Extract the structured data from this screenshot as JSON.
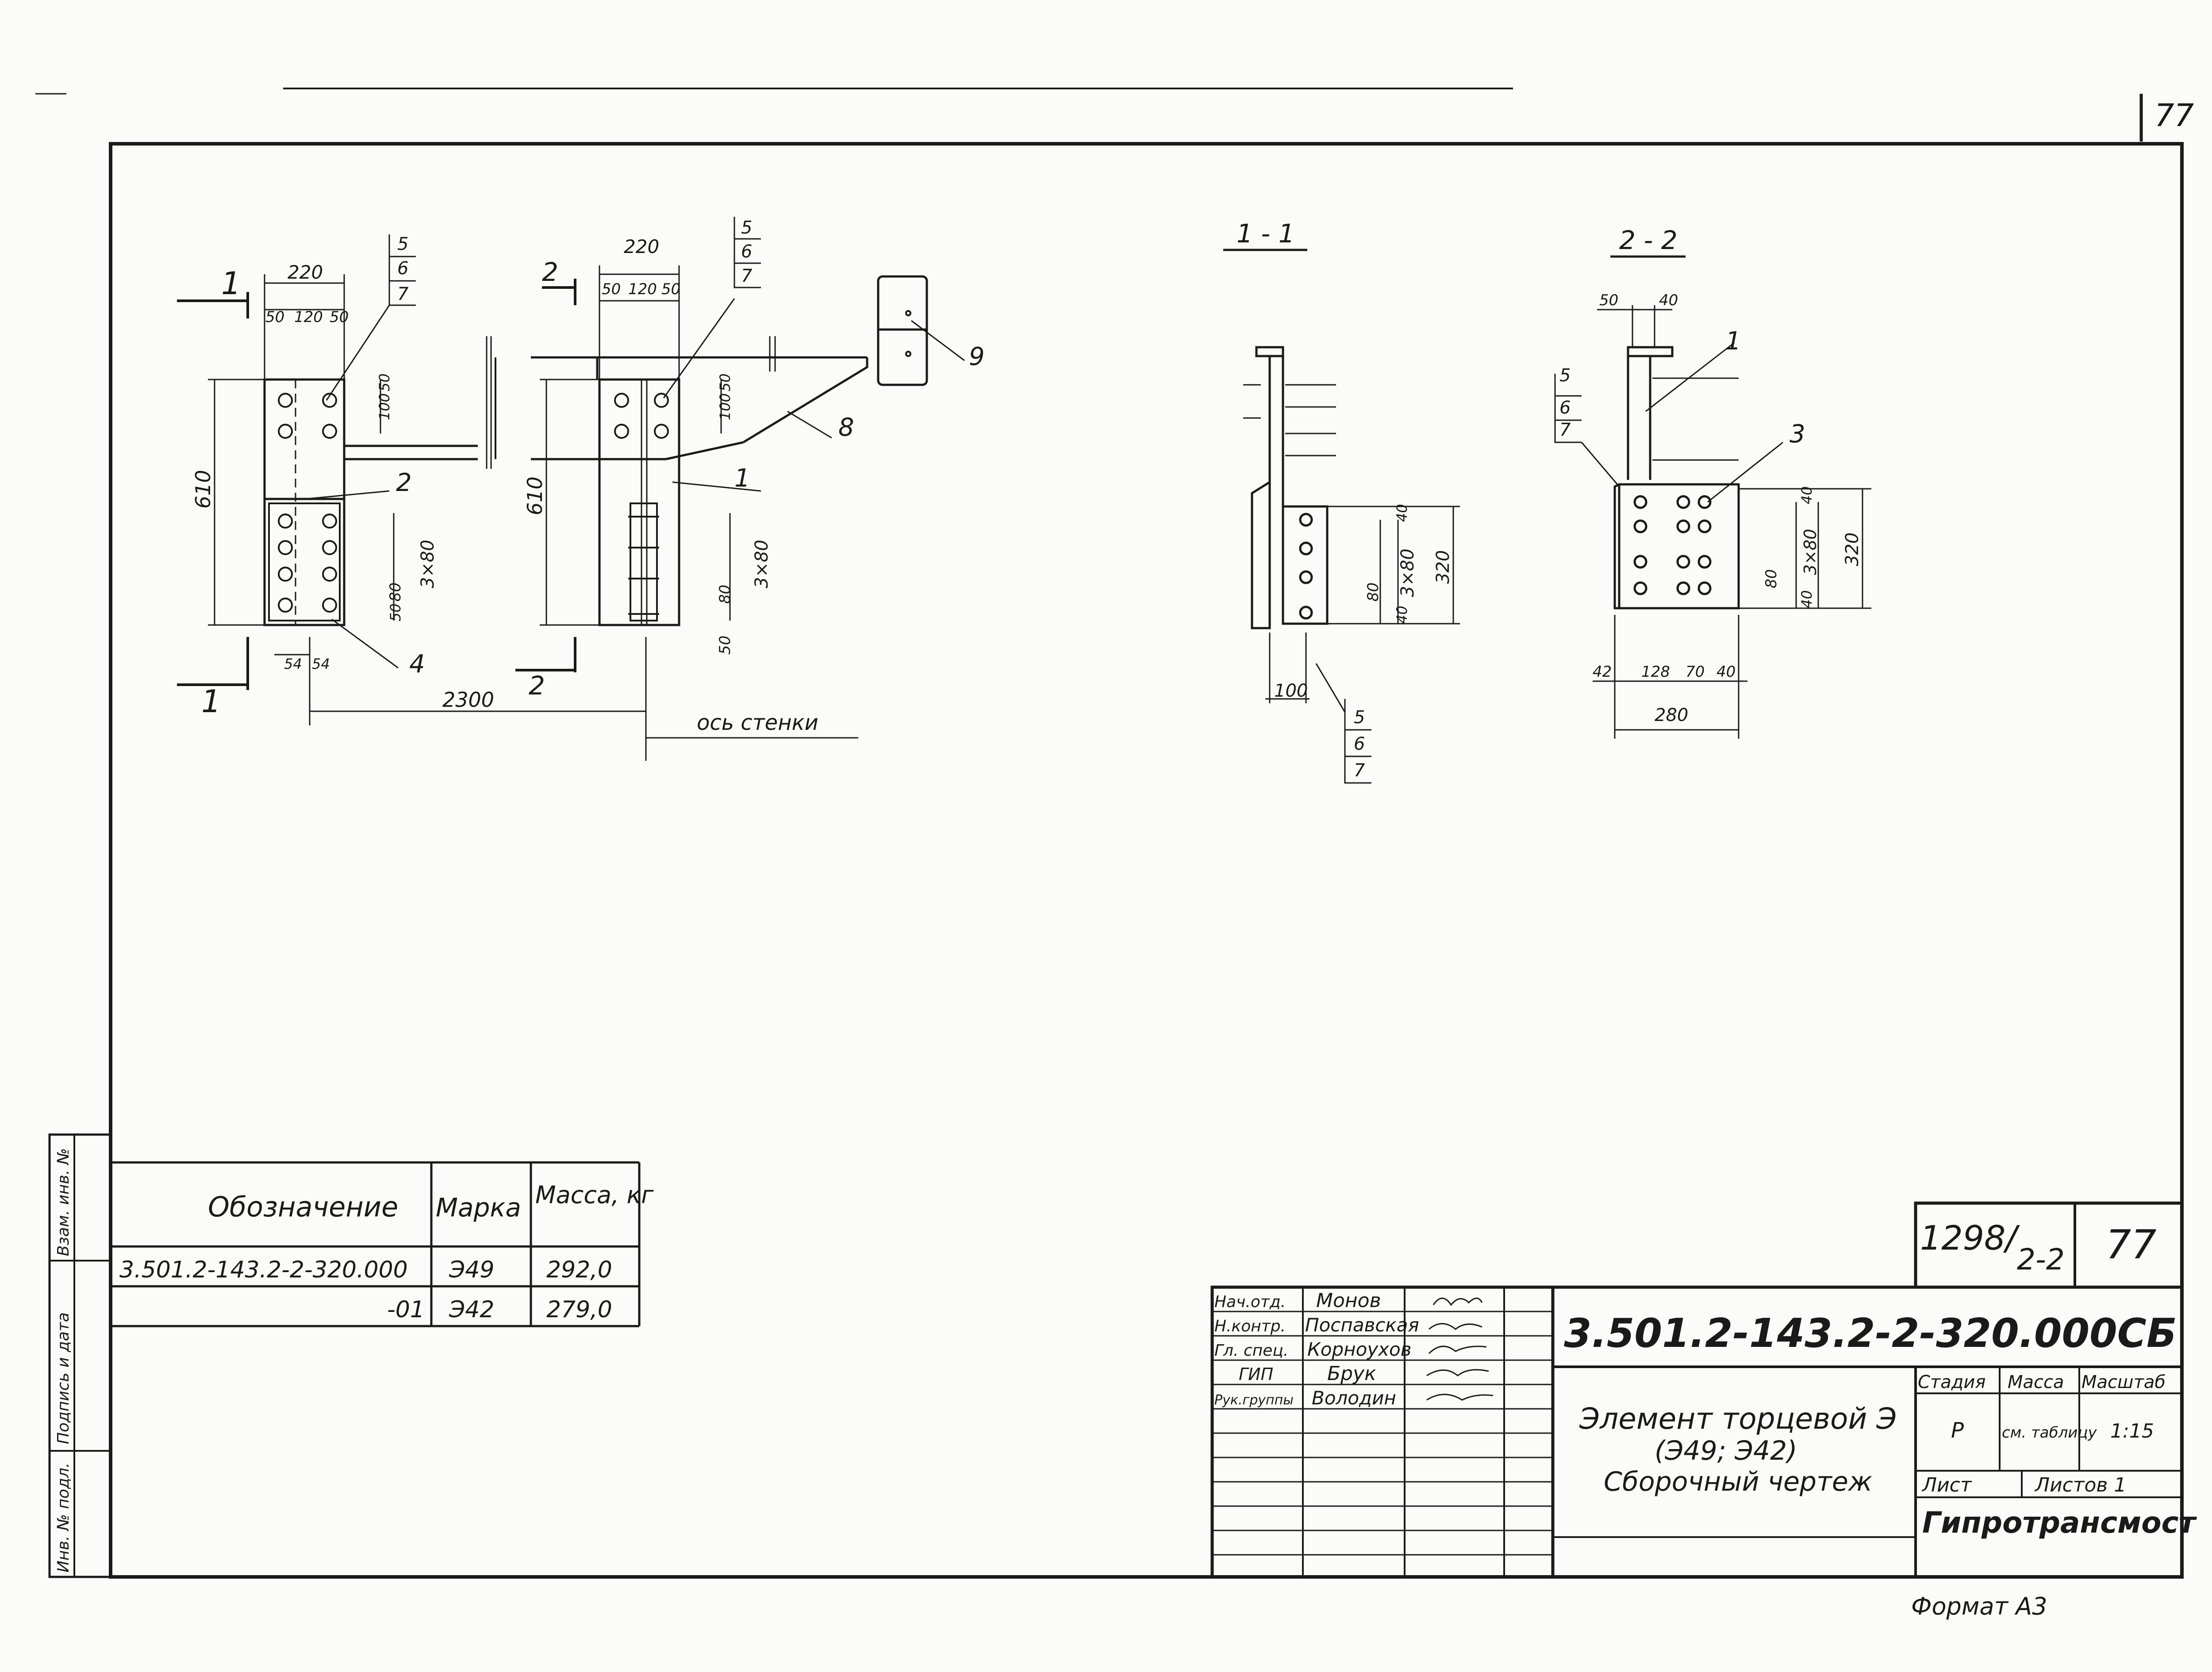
{
  "page_number": "77",
  "format_label": "Формат А3",
  "side_stamp": [
    "Инв. № подл.",
    "Подпись и дата",
    "Взам. инв. №"
  ],
  "sections": {
    "s11": "1 - 1",
    "s22": "2 - 2"
  },
  "cut_labels": {
    "one": "1",
    "two": "2"
  },
  "dims": {
    "d220": "220",
    "d50": "50",
    "d120": "120",
    "d100": "100",
    "d50s": "50",
    "d610": "610",
    "d3x80": "3×80",
    "d80": "80",
    "d54": "54",
    "d2300": "2300",
    "d40": "40",
    "d320": "320",
    "d42": "42",
    "d128": "128",
    "d70": "70",
    "d280": "280"
  },
  "callouts": {
    "c1": "1",
    "c2": "2",
    "c3": "3",
    "c4": "4",
    "c5": "5",
    "c6": "6",
    "c7": "7",
    "c8": "8",
    "c9": "9"
  },
  "axis_label": "ось стенки",
  "spec_table": {
    "headers": [
      "Обозначение",
      "Марка",
      "Масса, кг"
    ],
    "rows": [
      {
        "designation": "3.501.2-143.2-2-320.000",
        "mark": "Э49",
        "mass": "292,0"
      },
      {
        "designation": "-01",
        "mark": "Э42",
        "mass": "279,0"
      }
    ]
  },
  "title_block": {
    "sheet_code": "1298/2-2",
    "sheet_code_num": "1298",
    "sheet_code_den": "2-2",
    "sheet_no": "77",
    "doc_number": "3.501.2-143.2-2-320.000СБ",
    "roles": [
      {
        "role": "Нач.отд.",
        "name": "Монов"
      },
      {
        "role": "Н.контр.",
        "name": "Поспавская"
      },
      {
        "role": "Гл. спец.",
        "name": "Корноухов"
      },
      {
        "role": "ГИП",
        "name": "Брук"
      },
      {
        "role": "Рук.группы",
        "name": "Володин"
      }
    ],
    "title_lines": [
      "Элемент торцевой Э",
      "(Э49; Э42)",
      "Сборочный чертеж"
    ],
    "stage_header": "Стадия",
    "mass_header": "Масса",
    "scale_header": "Масштаб",
    "stage": "Р",
    "mass_value": "см. таблицу",
    "scale": "1:15",
    "sheet_label": "Лист",
    "sheets_label": "Листов 1",
    "organization": "Гипротрансмост"
  }
}
